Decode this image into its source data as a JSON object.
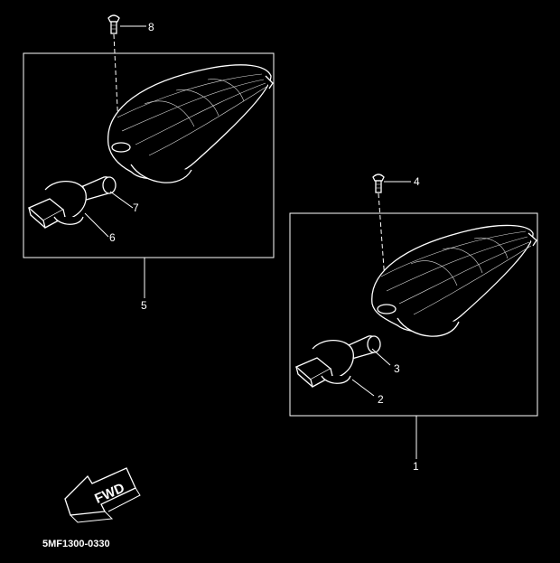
{
  "diagram": {
    "parts": [
      {
        "id": "p1",
        "label": "1"
      },
      {
        "id": "p2",
        "label": "2"
      },
      {
        "id": "p3",
        "label": "3"
      },
      {
        "id": "p4",
        "label": "4"
      },
      {
        "id": "p5",
        "label": "5"
      },
      {
        "id": "p6",
        "label": "6"
      },
      {
        "id": "p7",
        "label": "7"
      },
      {
        "id": "p8",
        "label": "8"
      }
    ],
    "direction_label": "FWD",
    "drawing_code": "5MF1300-0330"
  }
}
